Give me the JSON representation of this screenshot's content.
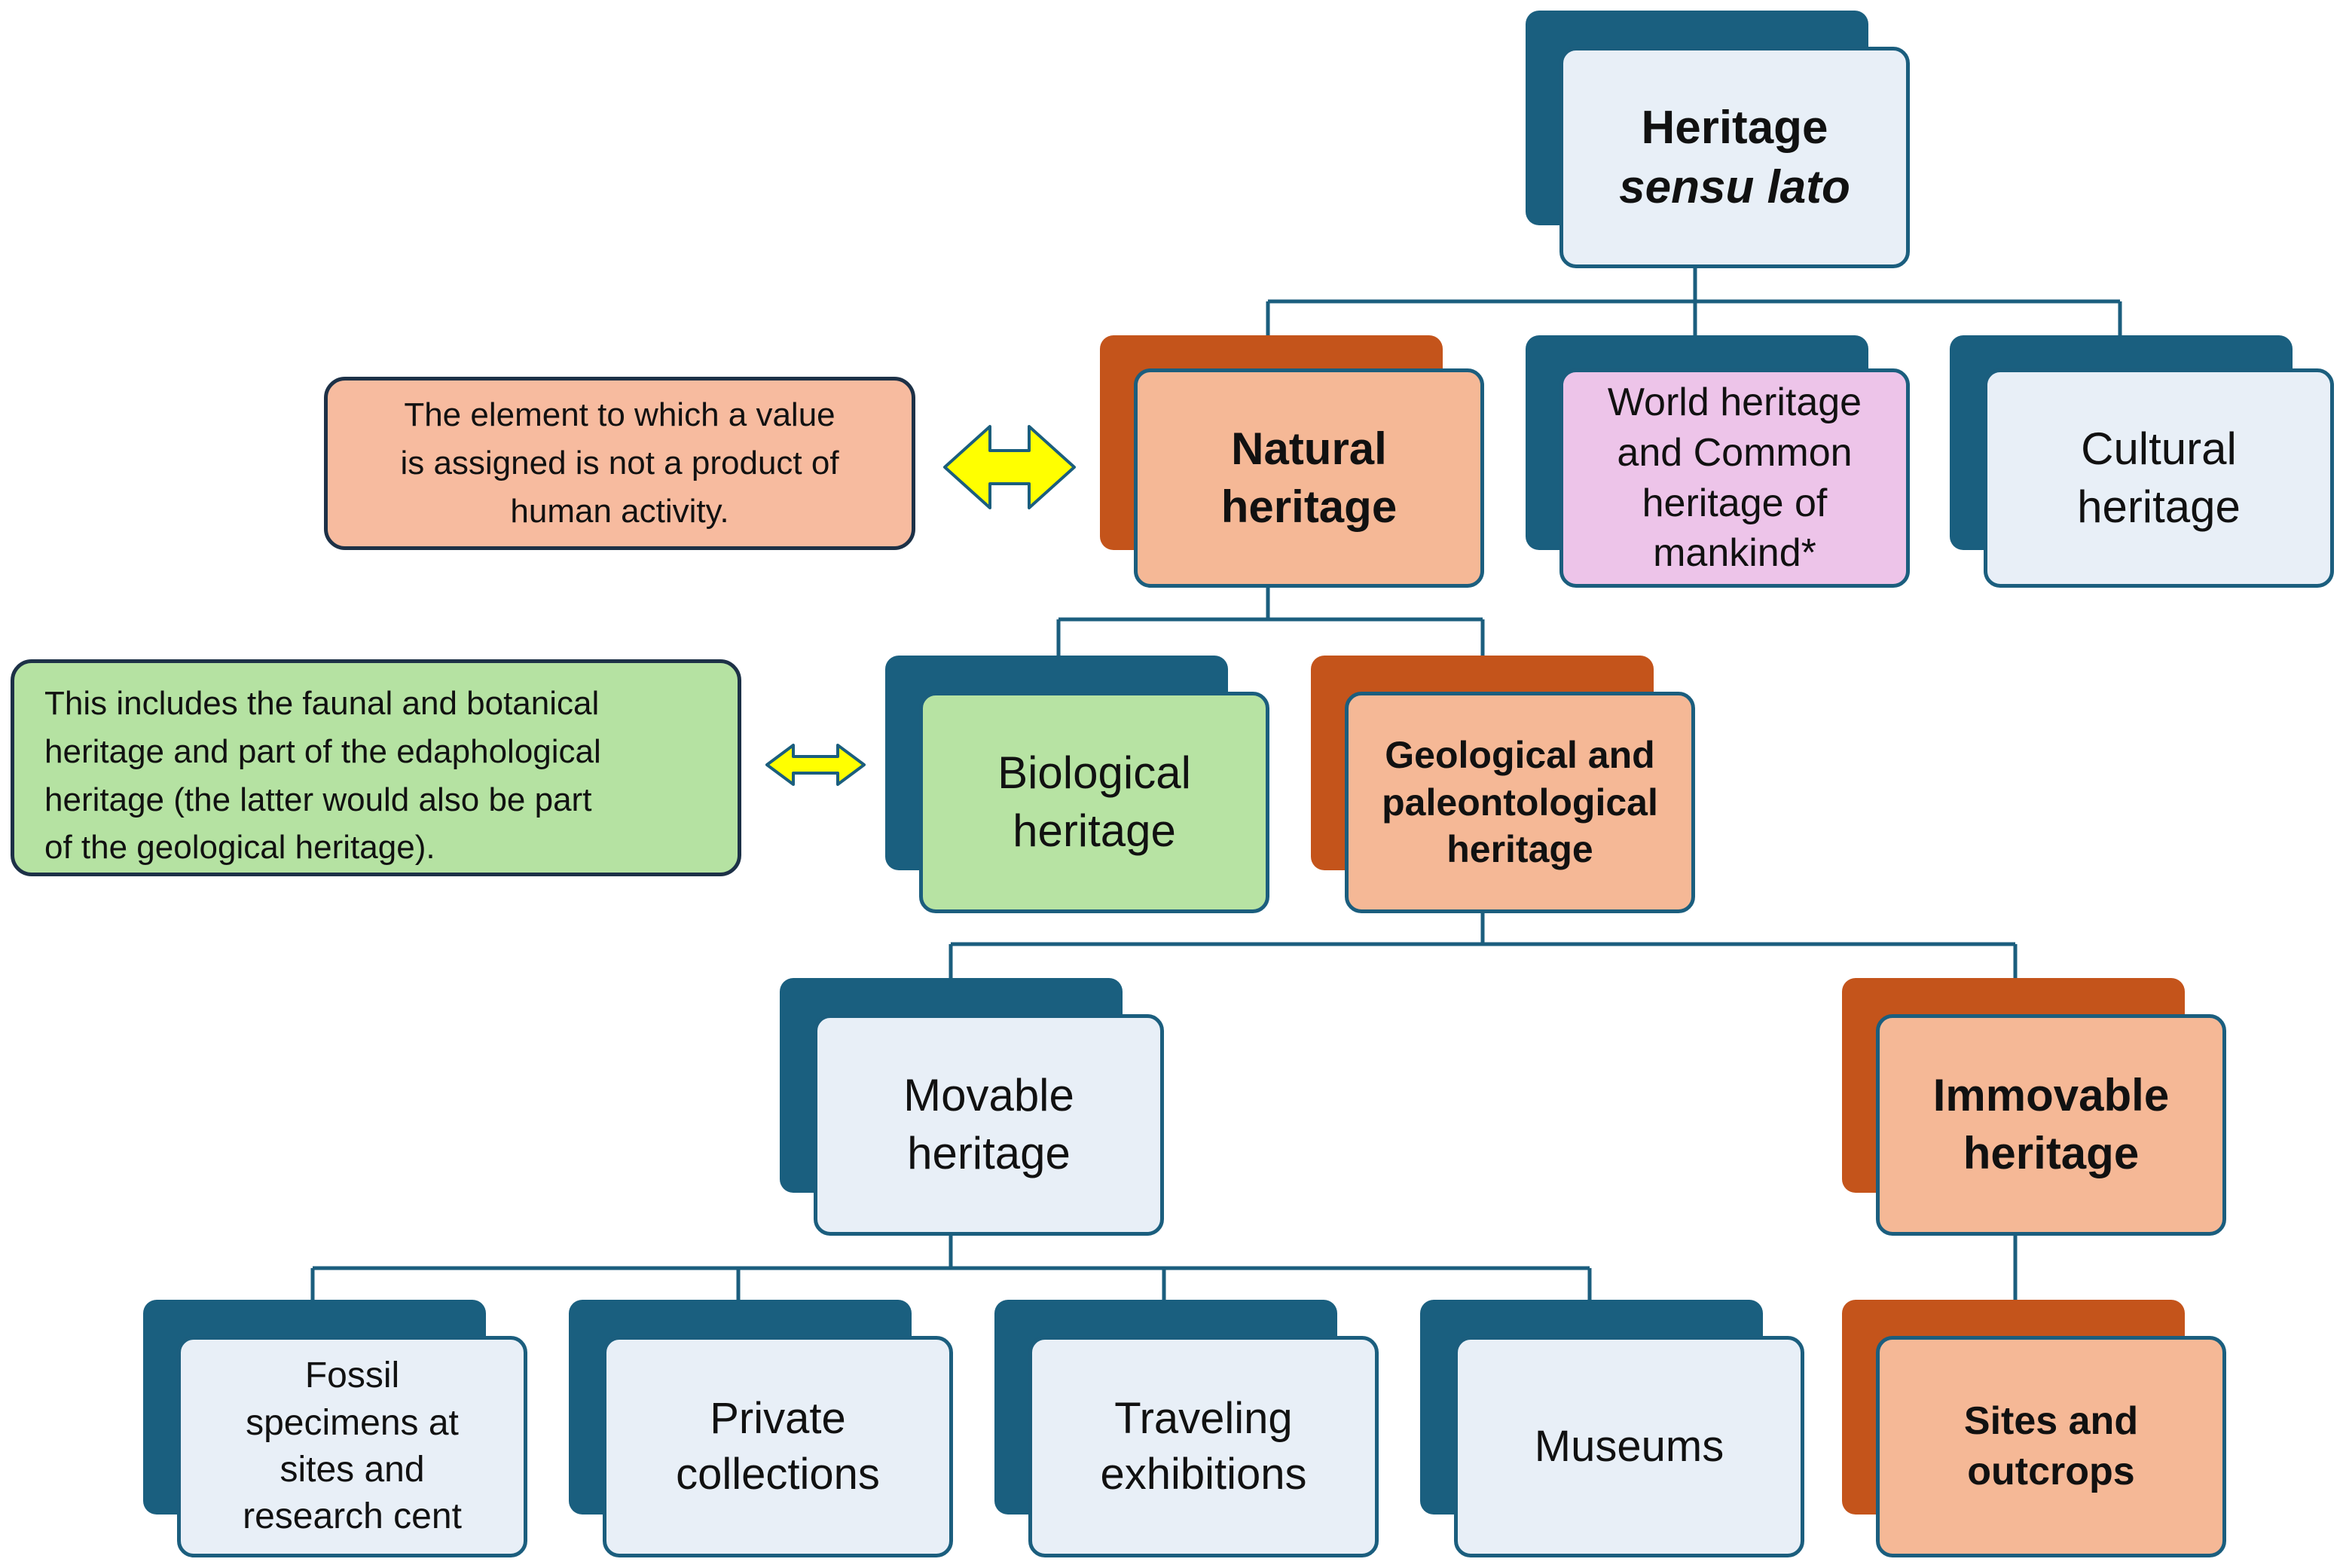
{
  "colors": {
    "navy_back": "#1a5f7f",
    "rust_back": "#c4541b",
    "light_blue_front": "#e8eff7",
    "salmon_front": "#f5b896",
    "green_front": "#b7e3a3",
    "purple_front": "#edc4e9",
    "connector": "#1b5e7e",
    "arrow_fill": "#ffff00"
  },
  "nodes": {
    "heritage_sensu_lato": {
      "line1": "Heritage",
      "line2": "sensu lato"
    },
    "natural_heritage": "Natural\nheritage",
    "world_heritage": "World heritage\nand Common\nheritage of\nmankind*",
    "cultural_heritage": "Cultural\nheritage",
    "biological_heritage": "Biological\nheritage",
    "geological_paleontological_heritage": "Geological and\npaleontological\nheritage",
    "movable_heritage": "Movable\nheritage",
    "immovable_heritage": "Immovable\nheritage",
    "fossil_specimens": "Fossil\nspecimens at\nsites and\nresearch cent",
    "private_collections": "Private\ncollections",
    "traveling_exhibitions": "Traveling\nexhibitions",
    "museums": "Museums",
    "sites_and_outcrops": "Sites and\noutcrops"
  },
  "notes": {
    "natural_definition": "The element to which a value\nis assigned is not a product of\nhuman activity.",
    "biological_definition": "This includes the faunal and botanical\nheritage and part of the edaphological\nheritage (the latter would also be part\nof the geological heritage)."
  },
  "icons": {
    "natural_arrow": "double-headed-arrow-icon",
    "biological_arrow": "double-headed-arrow-icon"
  }
}
